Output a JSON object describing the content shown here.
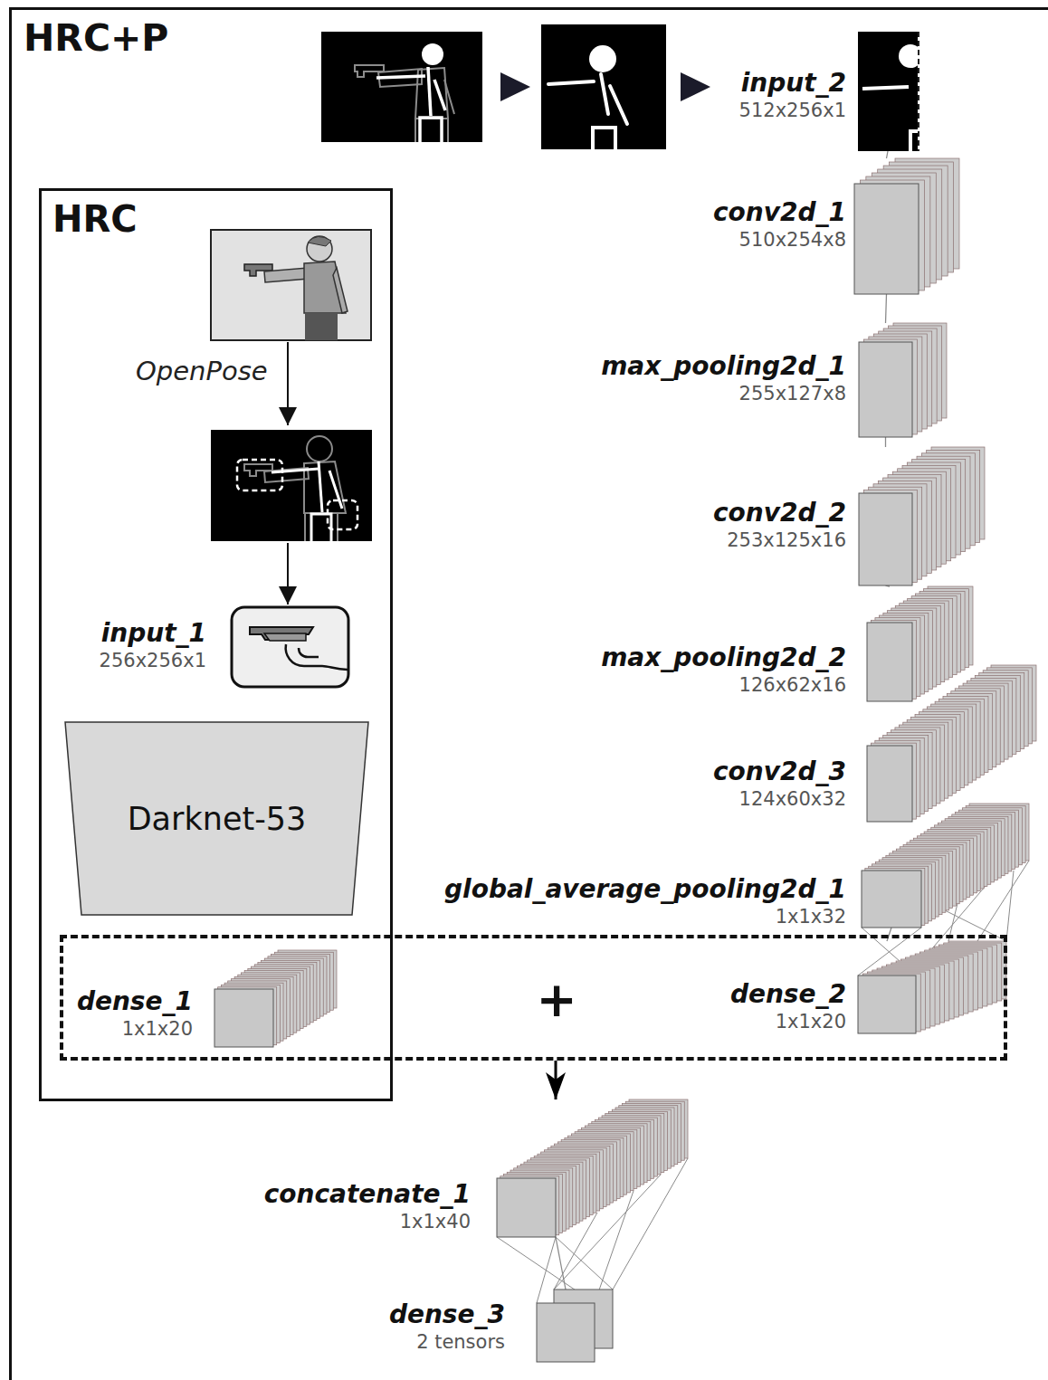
{
  "diagram": {
    "nodes": [
      {
        "text": [
          "HRC+P"
        ]
      },
      {
        "text": [
          "HRC"
        ],
        "in": 0
      },
      {
        "text": [
          "input_1",
          "256x256x1"
        ],
        "in": 1
      },
      {
        "text": [
          "Darknet-53"
        ],
        "in": 1
      },
      {
        "text": [
          "dense_1",
          "1x1x20"
        ],
        "in": 1
      },
      {
        "text": [
          "input_2",
          "512x256x1"
        ],
        "in": 0
      },
      {
        "text": [
          "conv2d_1",
          "510x254x8"
        ],
        "in": 0
      },
      {
        "text": [
          "max_pooling2d_1",
          "255x127x8"
        ],
        "in": 0
      },
      {
        "text": [
          "conv2d_2",
          "253x125x16"
        ],
        "in": 0
      },
      {
        "text": [
          "max_pooling2d_2",
          "126x62x16"
        ],
        "in": 0
      },
      {
        "text": [
          "conv2d_3",
          "124x60x32"
        ],
        "in": 0
      },
      {
        "text": [
          "global_average_pooling2d_1",
          "1x1x32"
        ],
        "in": 0
      },
      {
        "text": [
          "dense_2",
          "1x1x20"
        ],
        "in": 0
      },
      {
        "text": [
          "+"
        ],
        "in": 0
      },
      {
        "text": [
          "concatenate_1",
          "1x1x40"
        ],
        "in": 0
      },
      {
        "text": [
          "dense_3",
          "2 tensors"
        ],
        "in": 0
      }
    ],
    "edges": [
      {
        "from": 5,
        "to": 6,
        "arrow": "none"
      },
      {
        "from": 6,
        "to": 7,
        "arrow": "none"
      },
      {
        "from": 7,
        "to": 8,
        "arrow": "none"
      },
      {
        "from": 8,
        "to": 9,
        "arrow": "none"
      },
      {
        "from": 9,
        "to": 10,
        "arrow": "none"
      },
      {
        "from": 10,
        "to": 11,
        "arrow": "none"
      },
      {
        "from": 11,
        "to": 12,
        "arrow": "none"
      },
      {
        "from": 13,
        "to": 14,
        "arrow": "to"
      },
      {
        "from": 14,
        "to": 15,
        "arrow": "none"
      }
    ],
    "labels": [
      "OpenPose"
    ]
  }
}
